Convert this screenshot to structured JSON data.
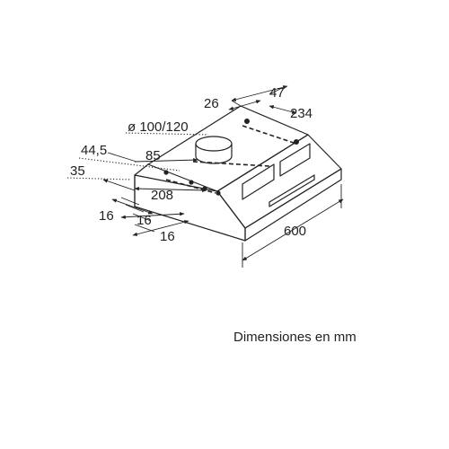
{
  "dimensions": {
    "d47": "47",
    "d26": "26",
    "d234": "234",
    "d100_120": "ø 100/120",
    "d44_5": "44,5",
    "d85": "85",
    "d35": "35",
    "d208": "208",
    "d16_a": "16",
    "d16_b": "16",
    "d16_c": "16",
    "d600": "600"
  },
  "caption": "Dimensiones en mm"
}
